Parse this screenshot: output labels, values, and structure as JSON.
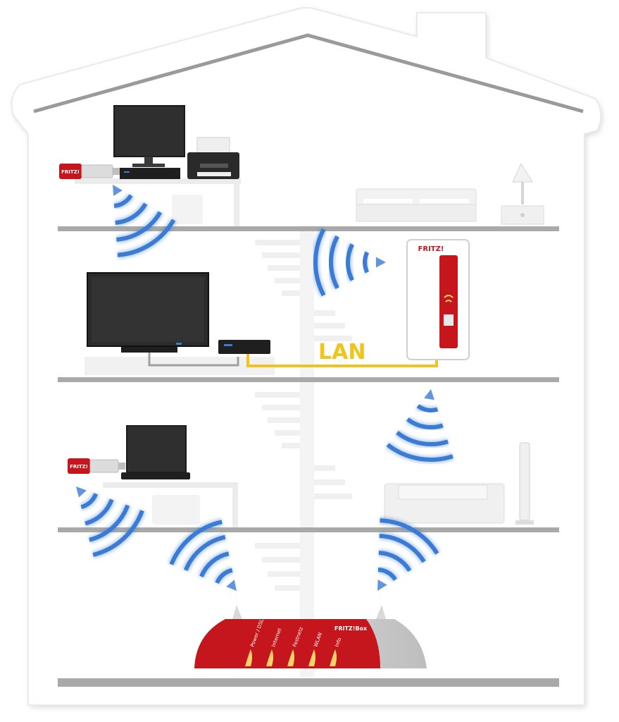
{
  "labels": {
    "lan": "LAN",
    "repeater_brand": "FRITZ!",
    "router_brand": "FRITZ!Box",
    "stick_brand": "FRITZ!",
    "router_ports": [
      "Power / DSL",
      "Internet",
      "Festnetz",
      "WLAN",
      "Info"
    ]
  },
  "colors": {
    "house_fill": "#ffffff",
    "house_shadow": "#cfcfcf",
    "shelf": "#a9a9a9",
    "wifi_blue": "#3a7bd5",
    "lan_yellow": "#f2c318",
    "fritz_red": "#c4161c",
    "screen_dark": "#2f2f2f"
  },
  "icons": [
    "house-outline-icon",
    "wifi-signal-icon",
    "monitor-icon",
    "printer-icon",
    "usb-wifi-stick-icon",
    "tv-icon",
    "set-top-box-icon",
    "laptop-icon",
    "repeater-icon",
    "router-icon",
    "lamp-icon",
    "bed-icon",
    "sofa-icon",
    "speaker-icon"
  ]
}
